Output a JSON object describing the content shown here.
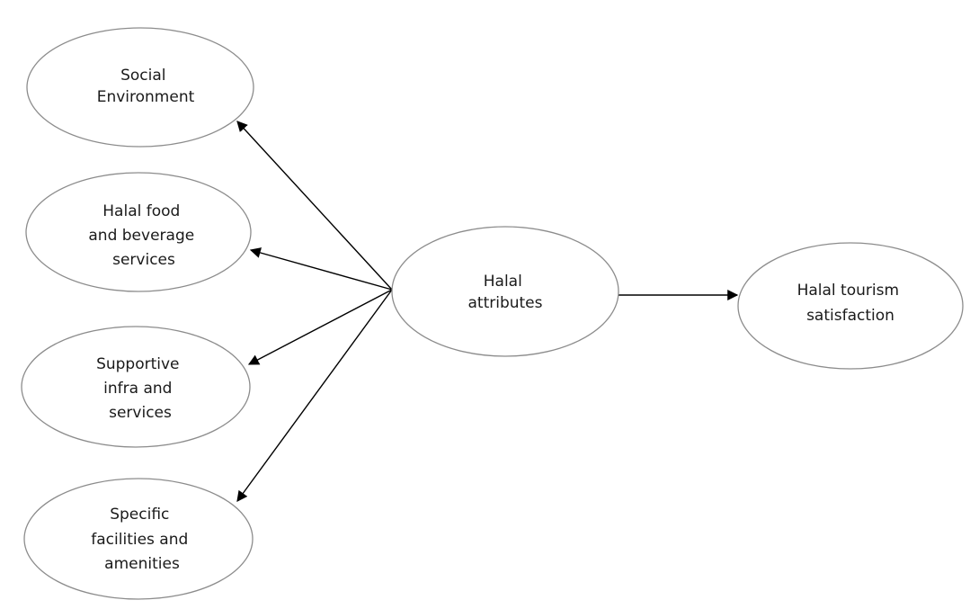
{
  "diagram": {
    "nodes": [
      {
        "id": "social",
        "name": "node-social-environment",
        "lines": [
          "Social",
          "Environment"
        ]
      },
      {
        "id": "food",
        "name": "node-halal-food-beverage",
        "lines": [
          "Halal food",
          "and beverage",
          "services"
        ]
      },
      {
        "id": "infra",
        "name": "node-supportive-infra",
        "lines": [
          "Supportive",
          "infra and",
          "services"
        ]
      },
      {
        "id": "facilities",
        "name": "node-specific-facilities",
        "lines": [
          "Specific",
          "facilities and",
          "amenities"
        ]
      },
      {
        "id": "attributes",
        "name": "node-halal-attributes",
        "lines": [
          "Halal",
          "attributes"
        ]
      },
      {
        "id": "satisfaction",
        "name": "node-halal-tourism-satisfaction",
        "lines": [
          "Halal tourism",
          "satisfaction"
        ]
      }
    ],
    "edges": [
      {
        "from": "attributes",
        "to": "social"
      },
      {
        "from": "attributes",
        "to": "food"
      },
      {
        "from": "attributes",
        "to": "infra"
      },
      {
        "from": "attributes",
        "to": "facilities"
      },
      {
        "from": "attributes",
        "to": "satisfaction"
      }
    ]
  }
}
